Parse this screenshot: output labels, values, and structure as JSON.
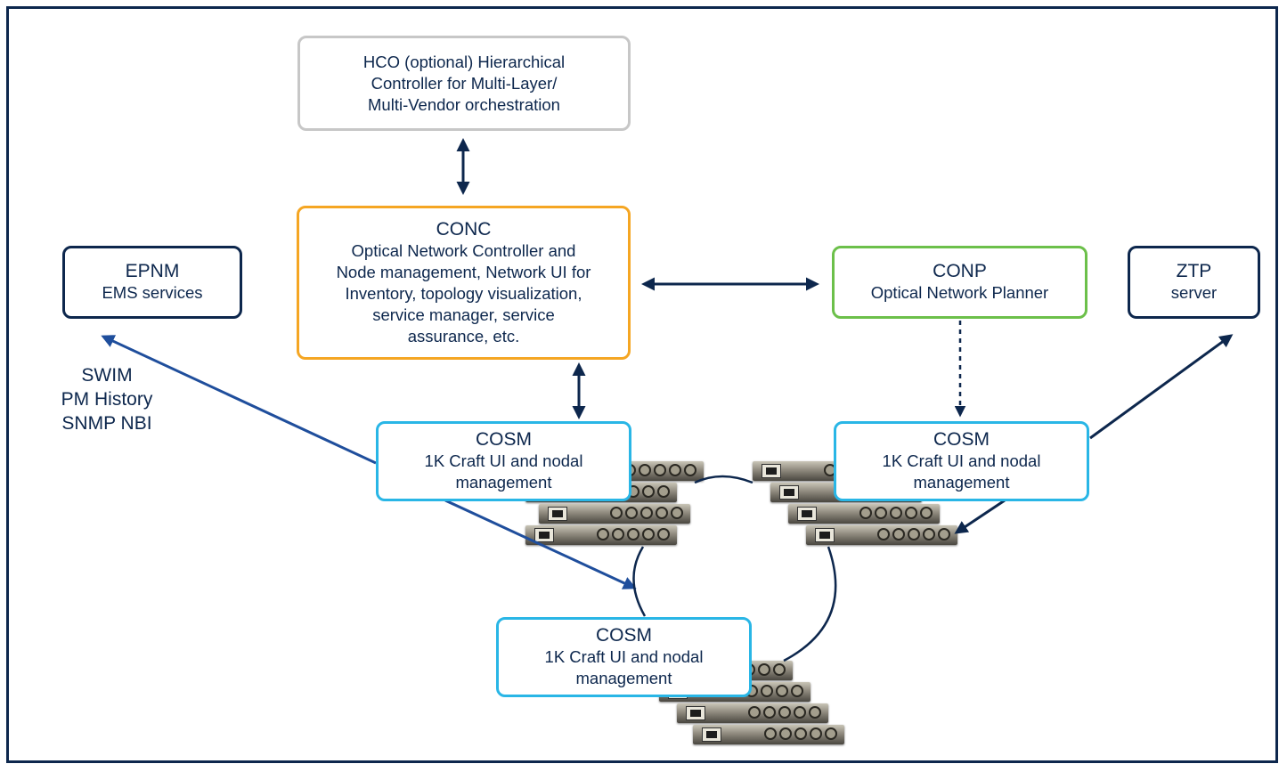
{
  "colors": {
    "navy": "#0d274d",
    "gray": "#c7c7c7",
    "orange": "#f5a623",
    "green": "#6cc04a",
    "cyan": "#29b6e6",
    "blue_link": "#1f4e9c"
  },
  "hco": {
    "line1": "HCO (optional) Hierarchical",
    "line2": "Controller for Multi-Layer/",
    "line3": "Multi-Vendor orchestration"
  },
  "conc": {
    "title": "CONC",
    "line1": "Optical Network Controller and",
    "line2": "Node management, Network UI for",
    "line3": "Inventory, topology visualization,",
    "line4": "service manager, service",
    "line5": "assurance, etc."
  },
  "epnm": {
    "title": "EPNM",
    "subtitle": "EMS services"
  },
  "conp": {
    "title": "CONP",
    "subtitle": "Optical Network Planner"
  },
  "ztp": {
    "title": "ZTP",
    "subtitle": "server"
  },
  "cosm_left": {
    "title": "COSM",
    "line1": "1K Craft UI and nodal",
    "line2": "management"
  },
  "cosm_right": {
    "title": "COSM",
    "line1": "1K Craft UI and nodal",
    "line2": "management"
  },
  "cosm_bottom": {
    "title": "COSM",
    "line1": "1K Craft UI and nodal",
    "line2": "management"
  },
  "epnm_link_label": {
    "line1": "SWIM",
    "line2": "PM History",
    "line3": "SNMP NBI"
  },
  "icons": [
    "network-chassis-icon"
  ]
}
